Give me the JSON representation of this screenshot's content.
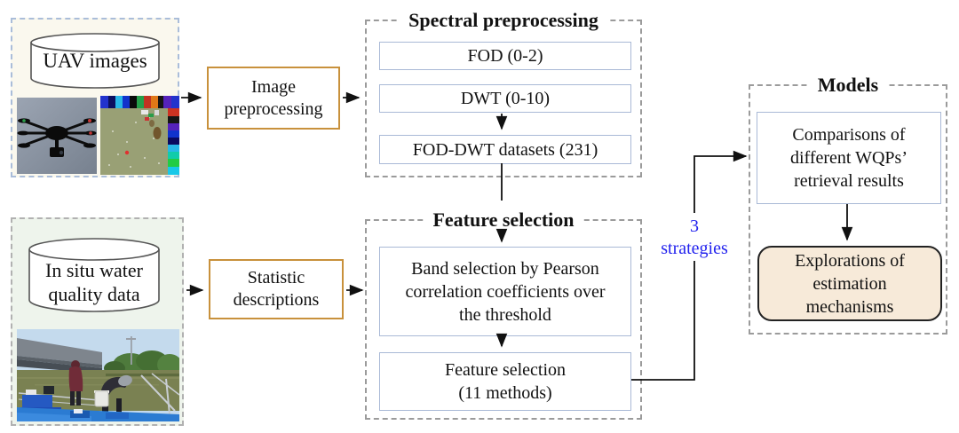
{
  "figure": {
    "sources": {
      "uav": {
        "label": "UAV images"
      },
      "insitu": {
        "label": [
          "In situ water",
          "quality data"
        ]
      }
    },
    "process": {
      "image_preprocessing": [
        "Image",
        "preprocessing"
      ],
      "statistic_descriptions": [
        "Statistic",
        "descriptions"
      ]
    },
    "spectral": {
      "title": "Spectral preprocessing",
      "fod": "FOD (0-2)",
      "dwt": "DWT (0-10)",
      "fod_dwt": "FOD-DWT datasets (231)"
    },
    "feature": {
      "title": "Feature selection",
      "band_selection": [
        "Band selection by Pearson",
        "correlation coefficients over",
        "the threshold"
      ],
      "methods": [
        "Feature selection",
        "(11 methods)"
      ]
    },
    "models": {
      "title": "Models",
      "comparisons": [
        "Comparisons of",
        "different WQPs’",
        "retrieval results"
      ],
      "explorations": [
        "Explorations of",
        "estimation",
        "mechanisms"
      ]
    },
    "connector": {
      "label": [
        "3",
        "strategies"
      ]
    },
    "colors": {
      "uav_panel_bg": "#faf8ee",
      "uav_panel_border": "#aabdd9",
      "insitu_panel_bg": "#eef4ec",
      "insitu_panel_border": "#b1b1b1",
      "process_box_border": "#c8913c",
      "step_box_border": "#a9b9d6",
      "group_border": "#9b9b9b",
      "highlight_box_bg": "#f7ead9",
      "highlight_box_border": "#222222",
      "connector_label_color": "#2222ee",
      "arrow_color": "#111111"
    }
  }
}
